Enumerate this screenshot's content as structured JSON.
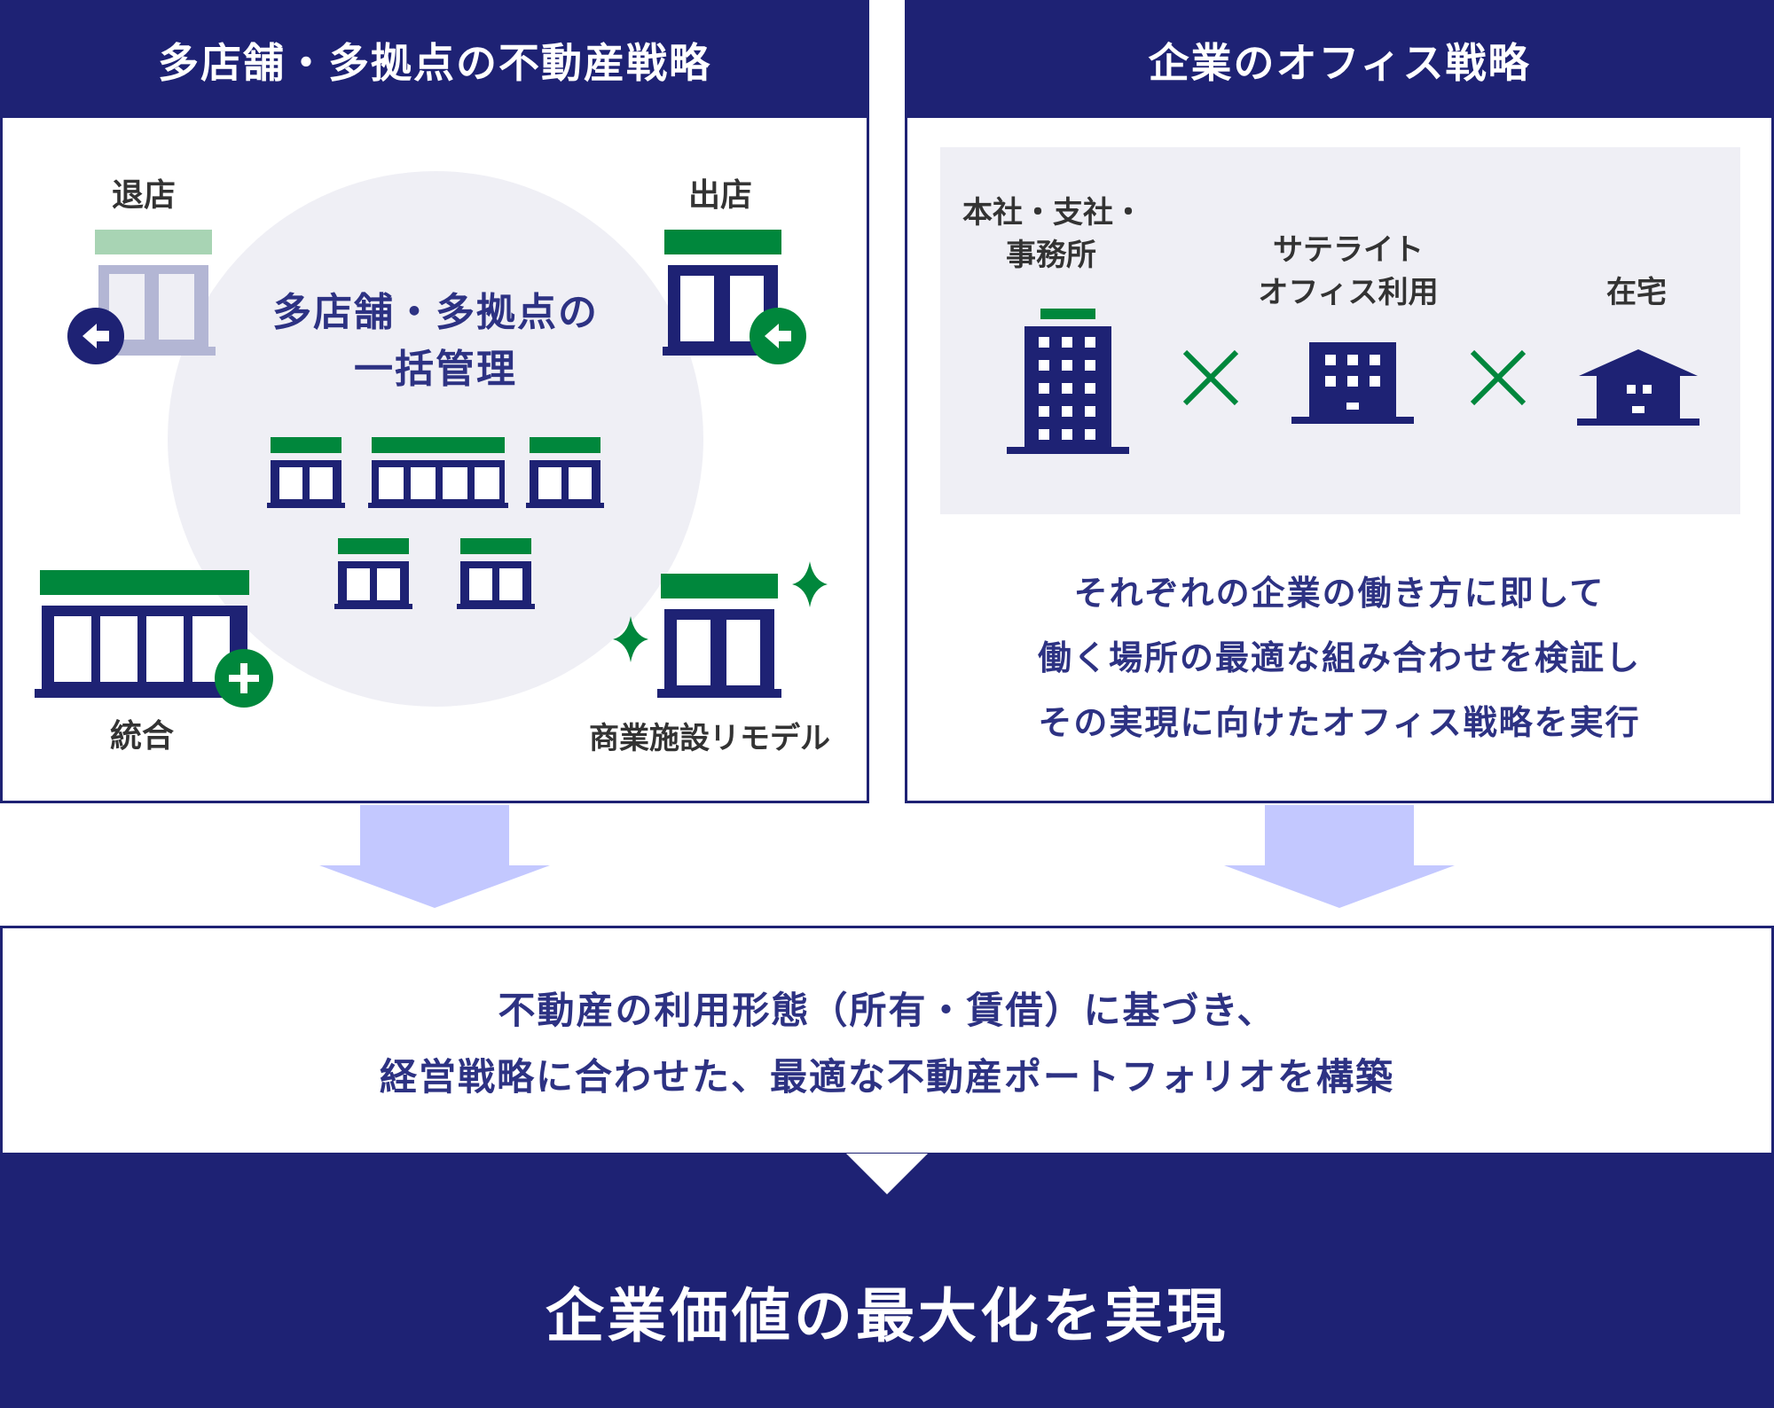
{
  "colors": {
    "navy": "#1e2274",
    "green": "#00873c",
    "pale_green": "#a8d4b4",
    "pale_navy": "#b3b6d4",
    "light_gray": "#efeff5",
    "arrow": "#c3c8ff"
  },
  "left_panel": {
    "title": "多店舗・多拠点の不動産戦略",
    "center_title_1": "多店舗・多拠点の",
    "center_title_2": "一括管理",
    "labels": {
      "exit": "退店",
      "open": "出店",
      "merge": "統合",
      "remodel": "商業施設リモデル"
    },
    "icons": {
      "exit": "arrow-left-icon",
      "open": "arrow-left-icon",
      "merge": "plus-icon",
      "remodel": "sparkle-icon"
    }
  },
  "right_panel": {
    "title": "企業のオフィス戦略",
    "items": [
      {
        "label_1": "本社・支社・",
        "label_2": "事務所",
        "icon": "tall-building-icon"
      },
      {
        "label_1": "サテライト",
        "label_2": "オフィス利用",
        "icon": "small-building-icon"
      },
      {
        "label_1": "在宅",
        "label_2": "",
        "icon": "house-icon"
      }
    ],
    "operator": "×",
    "description": [
      "それぞれの企業の働き方に即して",
      "働く場所の最適な組み合わせを検証し",
      "その実現に向けたオフィス戦略を実行"
    ]
  },
  "bottom": {
    "line_1": "不動産の利用形態（所有・賃借）に基づき、",
    "line_2": "経営戦略に合わせた、最適な不動産ポートフォリオを構築"
  },
  "footer": {
    "text": "企業価値の最大化を実現"
  }
}
